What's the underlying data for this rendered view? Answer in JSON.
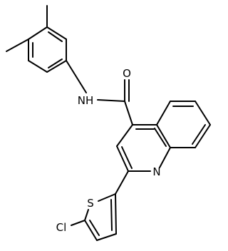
{
  "molecule": {
    "atoms": {
      "NH": "NH",
      "O": "O",
      "N": "N",
      "S": "S",
      "Cl": "Cl"
    }
  }
}
